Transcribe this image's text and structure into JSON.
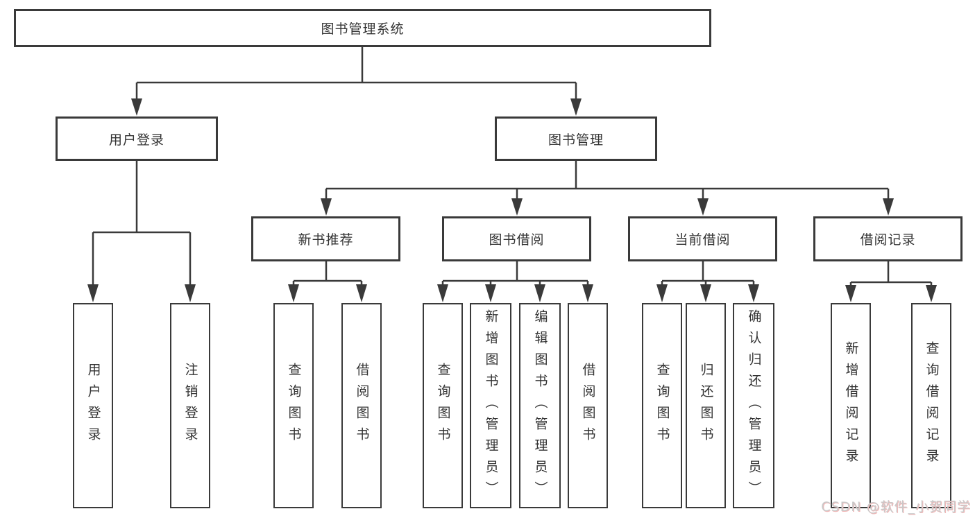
{
  "tree": {
    "root": {
      "label": "图书管理系统"
    },
    "branches": [
      {
        "label": "用户登录",
        "children": [
          {
            "label": "用户登录"
          },
          {
            "label": "注销登录"
          }
        ]
      },
      {
        "label": "图书管理",
        "children": [
          {
            "label": "新书推荐",
            "children": [
              {
                "label": "查询图书"
              },
              {
                "label": "借阅图书"
              }
            ]
          },
          {
            "label": "图书借阅",
            "children": [
              {
                "label": "查询图书"
              },
              {
                "label": "新增图书（管理员）"
              },
              {
                "label": "编辑图书（管理员）"
              },
              {
                "label": "借阅图书"
              }
            ]
          },
          {
            "label": "当前借阅",
            "children": [
              {
                "label": "查询图书"
              },
              {
                "label": "归还图书"
              },
              {
                "label": "确认归还（管理员）"
              }
            ]
          },
          {
            "label": "借阅记录",
            "children": [
              {
                "label": "新增借阅记录"
              },
              {
                "label": "查询借阅记录"
              }
            ]
          }
        ]
      }
    ]
  },
  "watermark": "CSDN @软件_小贺同学",
  "colors": {
    "line": "#3a3a3a",
    "text": "#333333",
    "background": "#ffffff",
    "watermark": "#c9c9c9"
  }
}
